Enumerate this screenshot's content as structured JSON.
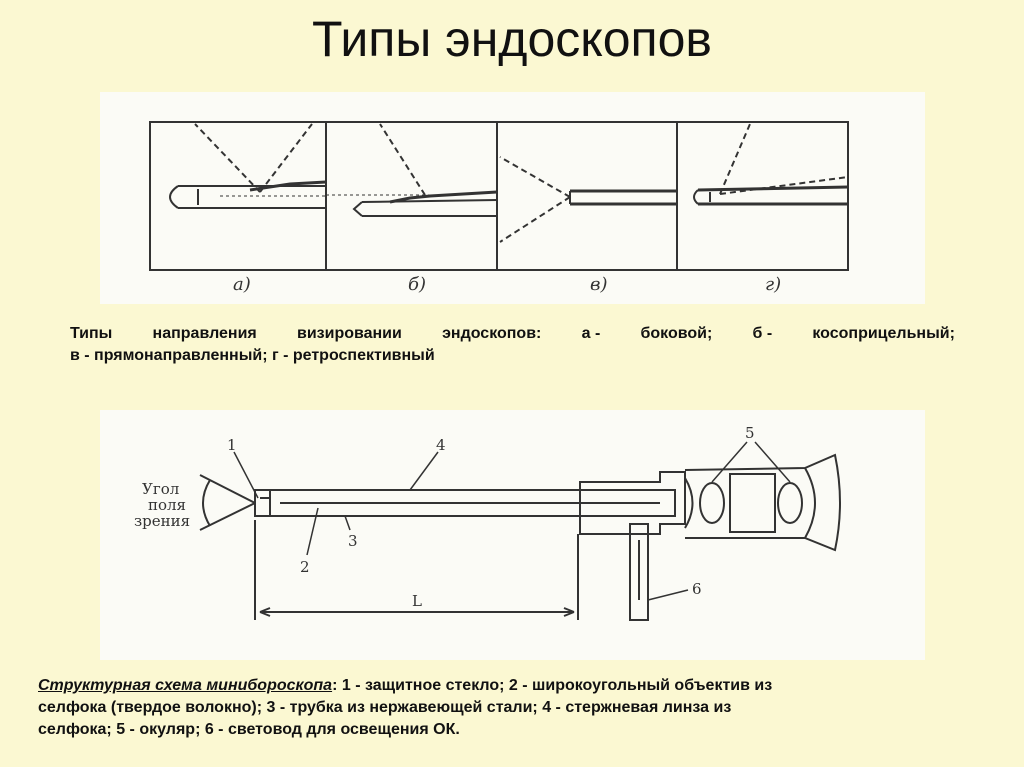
{
  "slide": {
    "title": "Типы эндоскопов"
  },
  "figure_top": {
    "labels": [
      "а)",
      "б)",
      "в)",
      "г)"
    ]
  },
  "caption_top": {
    "line1_words": [
      "Типы",
      "направления",
      "визировании",
      "эндоскопов:",
      "а -",
      "боковой;",
      "б -",
      "косоприцельный;"
    ],
    "line2": "в - прямонаправленный; г -   ретроспективный"
  },
  "figure_bottom": {
    "label_angle_1": "Угол",
    "label_angle_2": "поля",
    "label_angle_3": "зрения",
    "num_1": "1",
    "num_2": "2",
    "num_3": "3",
    "num_4": "4",
    "num_5": "5",
    "num_6": "6",
    "dim_L": "L"
  },
  "caption_bottom": {
    "title": "Структурная схема минибороскопа",
    "after_title": ":  1  -  защитное стекло; 2 - широкоугольный объектив из",
    "line2": "селфока (твердое волокно); 3 - трубка из нержавеющей стали; 4 -   стержневая линза из",
    "line3": "селфока; 5 - окуляр; 6 - световод для освещения ОК."
  }
}
